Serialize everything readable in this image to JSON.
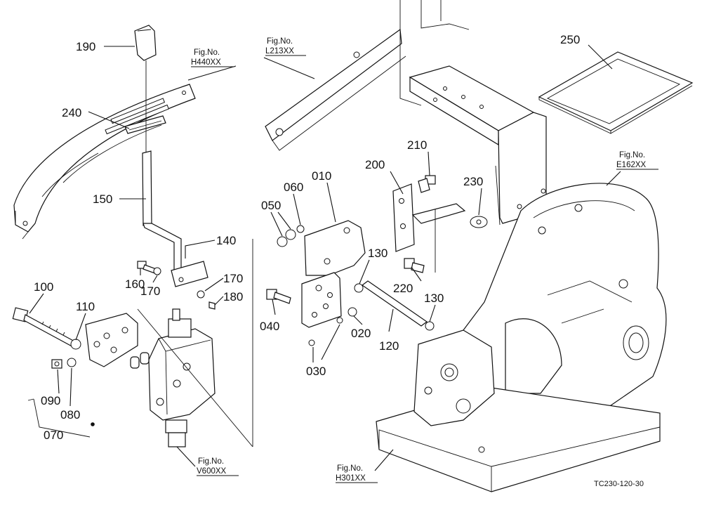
{
  "colors": {
    "ink": "#111111",
    "paper": "#ffffff"
  },
  "part_numbers": {
    "p190": "190",
    "p240": "240",
    "p150": "150",
    "p140": "140",
    "p160": "160",
    "p170a": "170",
    "p170b": "170",
    "p180": "180",
    "p100": "100",
    "p110": "110",
    "p090": "090",
    "p080": "080",
    "p070": "070",
    "p010": "010",
    "p050": "050",
    "p060": "060",
    "p040": "040",
    "p020": "020",
    "p030": "030",
    "p120": "120",
    "p130a": "130",
    "p130b": "130",
    "p200": "200",
    "p210": "210",
    "p220": "220",
    "p230": "230",
    "p250": "250"
  },
  "figure_refs": {
    "h440": {
      "label": "Fig.No.",
      "code": "H440XX"
    },
    "l213": {
      "label": "Fig.No.",
      "code": "L213XX"
    },
    "e162": {
      "label": "Fig.No.",
      "code": "E162XX"
    },
    "v600": {
      "label": "Fig.No.",
      "code": "V600XX"
    },
    "h301": {
      "label": "Fig.No.",
      "code": "H301XX"
    }
  },
  "drawing_code": "TC230-120-30"
}
